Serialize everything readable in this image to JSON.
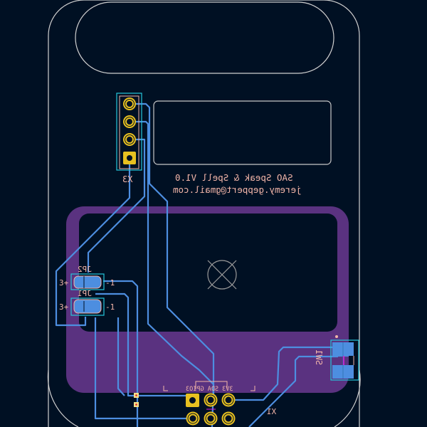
{
  "board": {
    "background": "#001023",
    "edge_color": "#d0d0d0",
    "copper_back_color": "#4d8ee0",
    "pad_front_color": "#e8c020",
    "pad_back_color": "#4d8ee0",
    "courtyard_color": "#26c6da",
    "silkscreen_color": "#f2b5a8",
    "mask_zone_color": "#5a3280"
  },
  "texts": {
    "title_line1": "SAO Speak & Spell V1.0",
    "title_line2": "jeremy.geppert@gmail.com"
  },
  "components": {
    "x3": {
      "ref": "X3"
    },
    "jp2": {
      "ref": "JP2",
      "pin_plus": "3+",
      "pin_minus": "-1"
    },
    "jp1": {
      "ref": "JP1",
      "pin_plus": "3+",
      "pin_minus": "-1"
    },
    "x1": {
      "ref": "X1",
      "pin_labels": "3V3 SDA GPIO3"
    },
    "sw1": {
      "ref": "SW1"
    }
  }
}
